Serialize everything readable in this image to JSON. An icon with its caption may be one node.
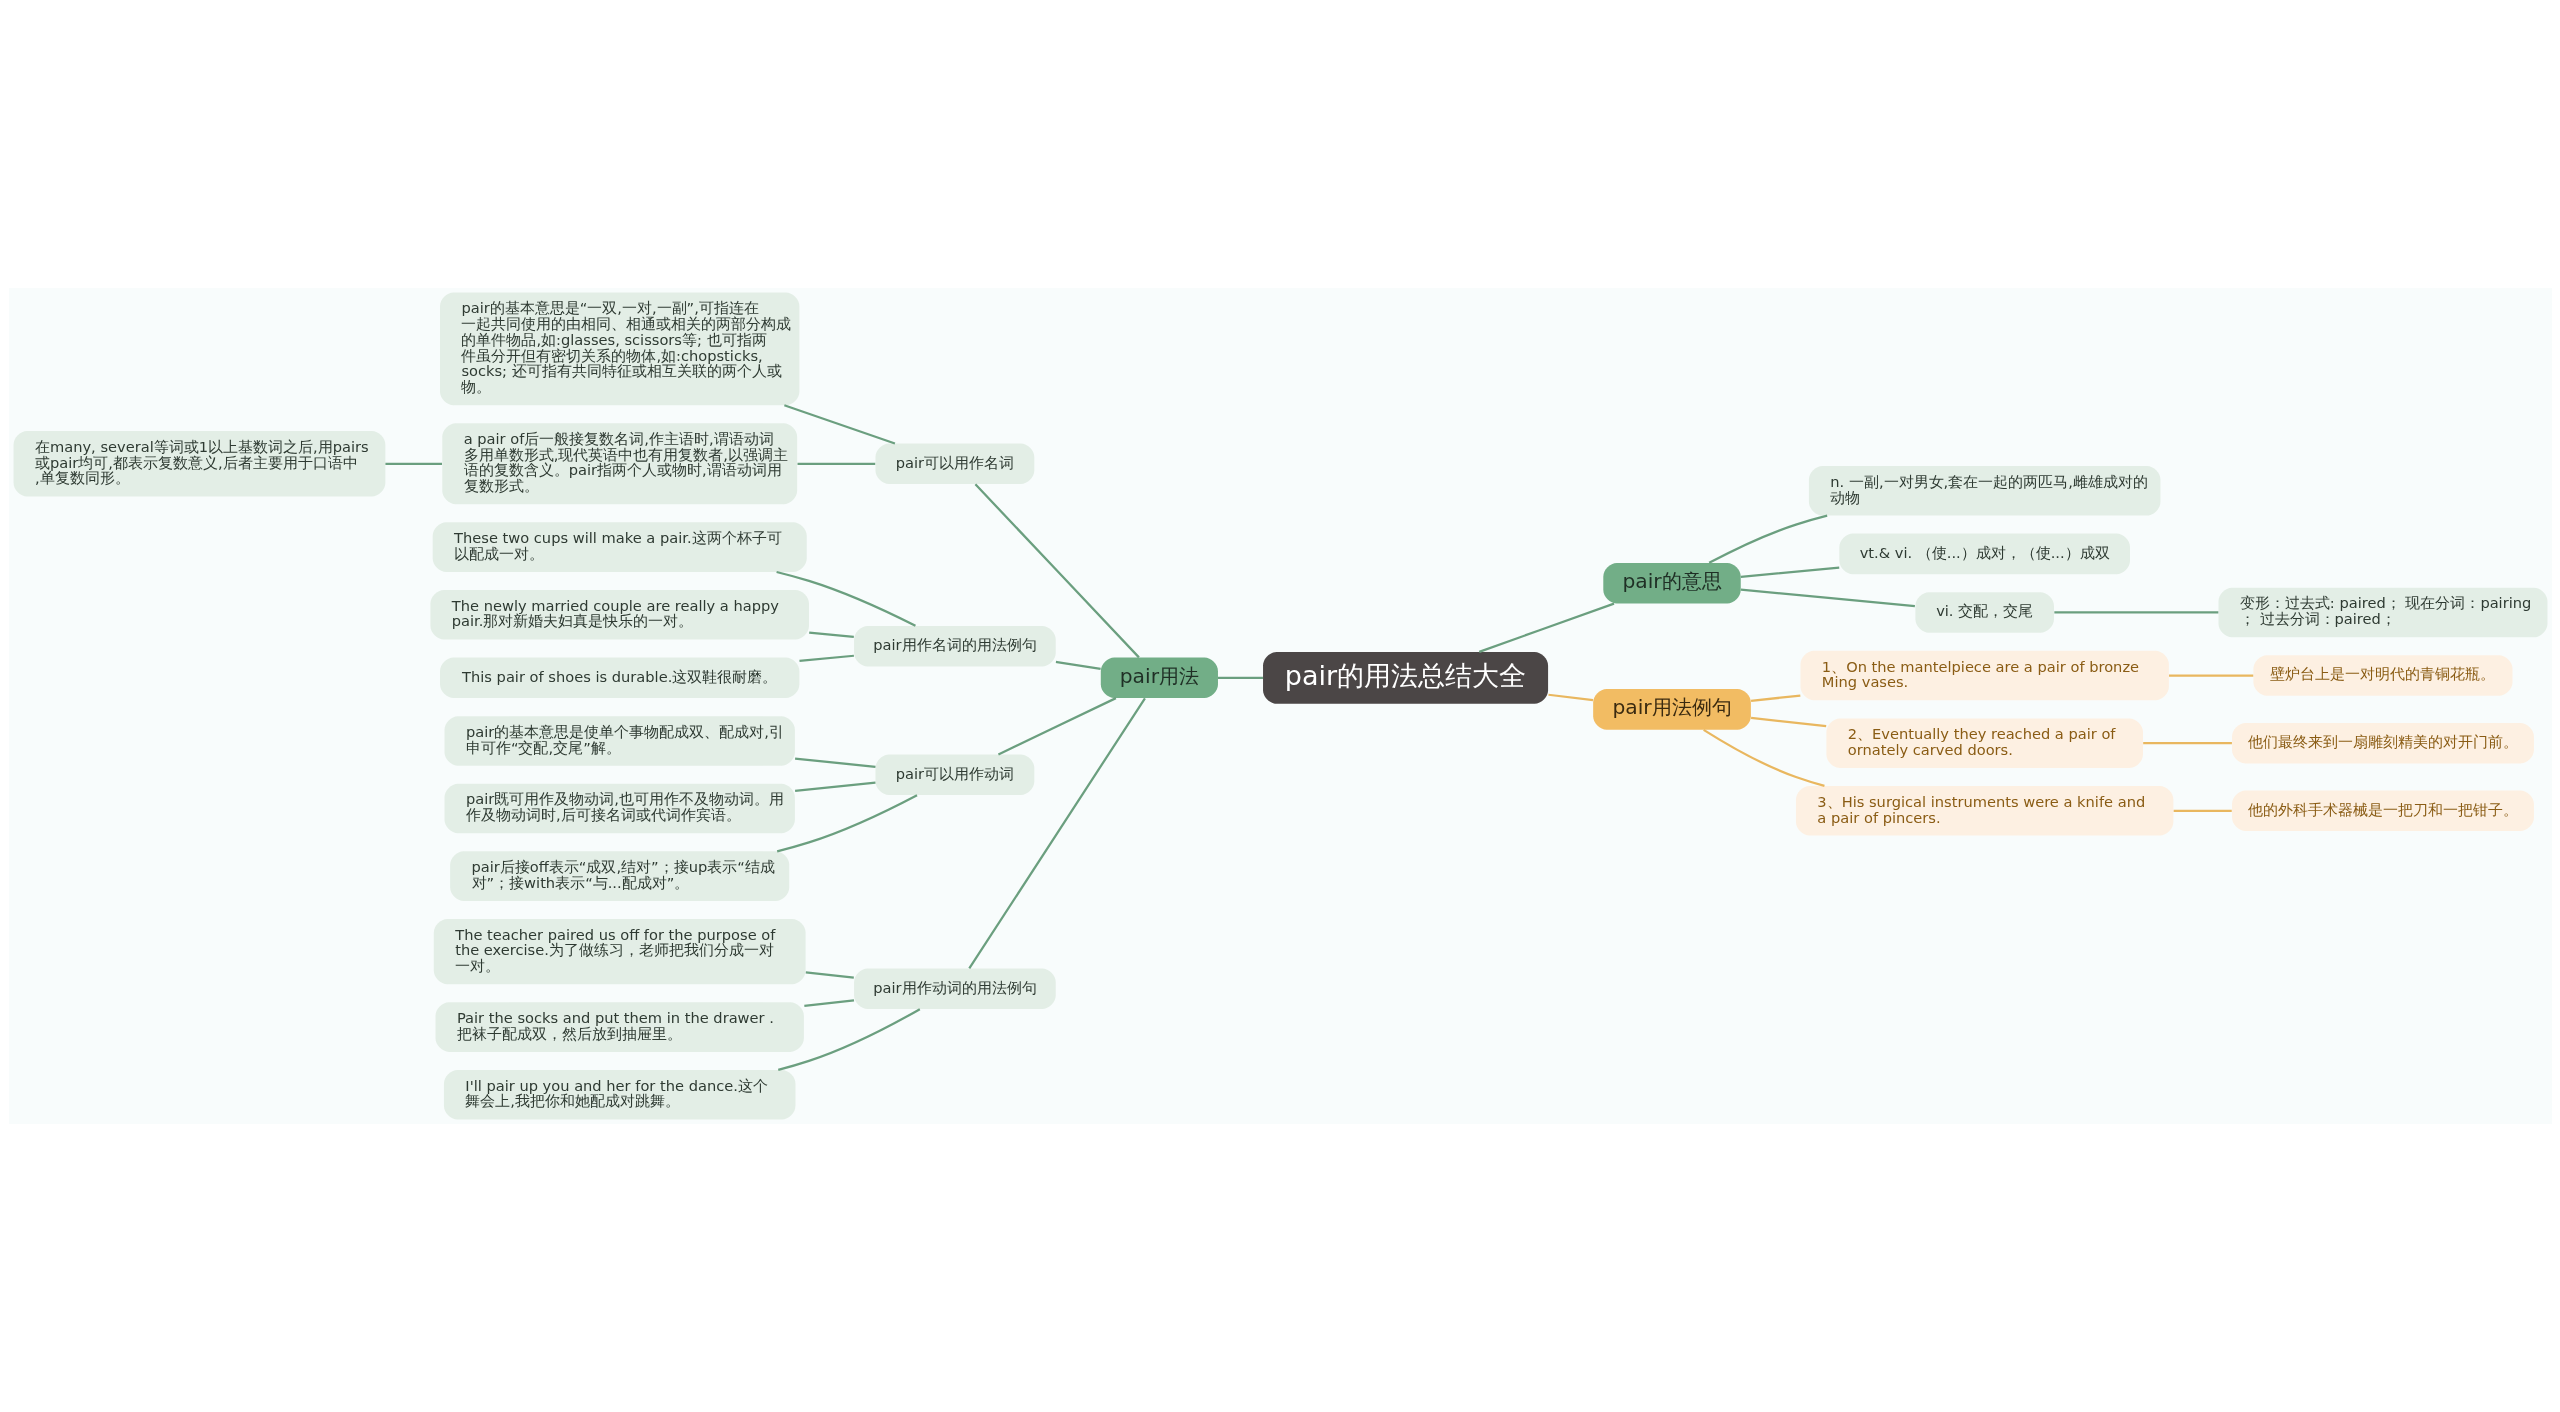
{
  "diagram": {
    "nodes": [
      {
        "text": [
          "pair的用法总结大全"
        ]
      },
      {
        "text": [
          "pair用法"
        ]
      },
      {
        "text": [
          "pair可以用作名词"
        ]
      },
      {
        "text": [
          "pair的基本意思是“一双,一对,一副”,可指连在一起共同使用的由相同、相通或相关的两部分构成的单件物品,如:glasses, scissors等; 也可指两件虽分开但有密切关系的物体,如:chopsticks, socks; 还可指有共同特征或相互关联的两个人或物。"
        ]
      },
      {
        "text": [
          "a pair of后一般接复数名词,作主语时,谓语动词多用单数形式,现代英语中也有用复数者,以强调主语的复数含义。pair指两个人或物时,谓语动词用复数形式。"
        ]
      },
      {
        "text": [
          "在many, several等词或1以上基数词之后,用pairs或pair均可,都表示复数意义,后者主要用于口语中,单复数同形。"
        ]
      },
      {
        "text": [
          "pair用作名词的用法例句"
        ]
      },
      {
        "text": [
          "These two cups will make a pair.这两个杯子可以配成一对。"
        ]
      },
      {
        "text": [
          "The newly married couple are really a happy pair.那对新婚夫妇真是快乐的一对。"
        ]
      },
      {
        "text": [
          "This pair of shoes is durable.这双鞋很耐磨。"
        ]
      },
      {
        "text": [
          "pair可以用作动词"
        ]
      },
      {
        "text": [
          "pair的基本意思是使单个事物配成双、配成对,引申可作“交配,交尾”解。"
        ]
      },
      {
        "text": [
          "pair既可用作及物动词,也可用作不及物动词。用作及物动词时,后可接名词或代词作宾语。"
        ]
      },
      {
        "text": [
          "pair后接off表示“成双,结对”；接up表示“结成对”；接with表示“与...配成对”。"
        ]
      },
      {
        "text": [
          "pair用作动词的用法例句"
        ]
      },
      {
        "text": [
          "The teacher paired us off for the purpose of the exercise.为了做练习，老师把我们分成一对一对。"
        ]
      },
      {
        "text": [
          "Pair the socks and put them in the drawer .把袜子配成双，然后放到抽屉里。"
        ]
      },
      {
        "text": [
          "I'll pair up you and her for the dance.这个舞会上,我把你和她配成对跳舞。"
        ]
      },
      {
        "text": [
          "pair的意思"
        ]
      },
      {
        "text": [
          "n. 一副,一对男女,套在一起的两匹马,雌雄成对的动物"
        ]
      },
      {
        "text": [
          "vt.& vi. （使...）成对，（使...）成双"
        ]
      },
      {
        "text": [
          "vi. 交配，交尾"
        ]
      },
      {
        "text": [
          "变形：过去式: paired； 现在分词：pairing ； 过去分词：paired；"
        ]
      },
      {
        "text": [
          "pair用法例句"
        ]
      },
      {
        "text": [
          "1、On the mantelpiece are a pair of bronze Ming vases."
        ]
      },
      {
        "text": [
          "壁炉台上是一对明代的青铜花瓶。"
        ]
      },
      {
        "text": [
          "2、Eventually they reached a pair of ornately carved doors."
        ]
      },
      {
        "text": [
          "他们最终来到一扇雕刻精美的对开门前。"
        ]
      },
      {
        "text": [
          "3、His surgical instruments were a knife and a pair of pincers."
        ]
      },
      {
        "text": [
          "他的外科手术器械是一把刀和一把钳子。"
        ]
      }
    ],
    "edges": [
      {
        "from": 1,
        "to": 0,
        "arrow": "none"
      },
      {
        "from": 2,
        "to": 1,
        "arrow": "none"
      },
      {
        "from": 3,
        "to": 2,
        "arrow": "none"
      },
      {
        "from": 4,
        "to": 2,
        "arrow": "none"
      },
      {
        "from": 5,
        "to": 4,
        "arrow": "none"
      },
      {
        "from": 6,
        "to": 1,
        "arrow": "none"
      },
      {
        "from": 7,
        "to": 6,
        "arrow": "none"
      },
      {
        "from": 8,
        "to": 6,
        "arrow": "none"
      },
      {
        "from": 9,
        "to": 6,
        "arrow": "none"
      },
      {
        "from": 10,
        "to": 1,
        "arrow": "none"
      },
      {
        "from": 11,
        "to": 10,
        "arrow": "none"
      },
      {
        "from": 12,
        "to": 10,
        "arrow": "none"
      },
      {
        "from": 13,
        "to": 10,
        "arrow": "none"
      },
      {
        "from": 14,
        "to": 1,
        "arrow": "none"
      },
      {
        "from": 15,
        "to": 14,
        "arrow": "none"
      },
      {
        "from": 16,
        "to": 14,
        "arrow": "none"
      },
      {
        "from": 17,
        "to": 14,
        "arrow": "none"
      },
      {
        "from": 0,
        "to": 18,
        "arrow": "none"
      },
      {
        "from": 18,
        "to": 19,
        "arrow": "none"
      },
      {
        "from": 18,
        "to": 20,
        "arrow": "none"
      },
      {
        "from": 18,
        "to": 21,
        "arrow": "none"
      },
      {
        "from": 21,
        "to": 22,
        "arrow": "none"
      },
      {
        "from": 0,
        "to": 23,
        "arrow": "none",
        "color": "#e9b75f"
      },
      {
        "from": 23,
        "to": 24,
        "arrow": "none",
        "color": "#e9b75f"
      },
      {
        "from": 24,
        "to": 25,
        "arrow": "none",
        "color": "#e9b75f"
      },
      {
        "from": 23,
        "to": 26,
        "arrow": "none",
        "color": "#e9b75f"
      },
      {
        "from": 26,
        "to": 27,
        "arrow": "none",
        "color": "#e9b75f"
      },
      {
        "from": 23,
        "to": 28,
        "arrow": "none",
        "color": "#e9b75f"
      },
      {
        "from": 28,
        "to": 29,
        "arrow": "none",
        "color": "#e9b75f"
      }
    ]
  }
}
